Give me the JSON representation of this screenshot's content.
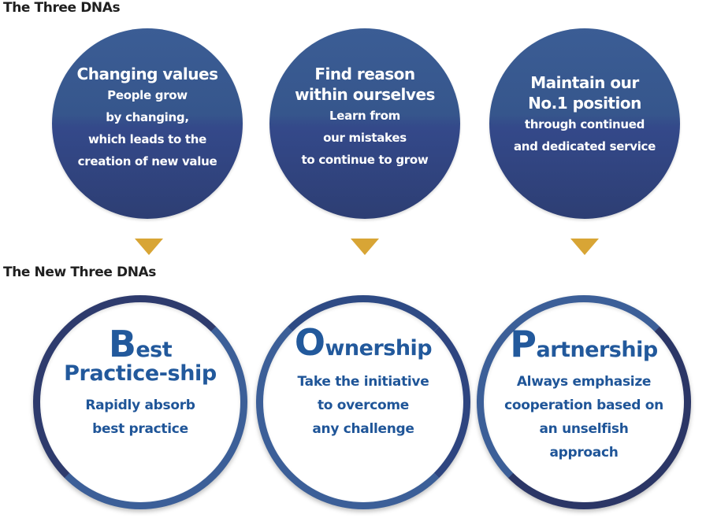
{
  "sections": {
    "three_dnas_title": "The Three DNAs",
    "new_three_dnas_title": "The New Three DNAs"
  },
  "three_dnas": [
    {
      "title_lines": [
        "Changing values"
      ],
      "desc_lines": [
        "People grow",
        "by changing,",
        "which leads to the",
        "creation of new value"
      ]
    },
    {
      "title_lines": [
        "Find reason",
        "within ourselves"
      ],
      "desc_lines": [
        "Learn from",
        "our mistakes",
        "to continue to grow"
      ]
    },
    {
      "title_lines": [
        "Maintain our",
        "No.1 position"
      ],
      "desc_lines": [
        "through continued",
        "and dedicated service"
      ]
    }
  ],
  "new_three_dnas": [
    {
      "cap": "B",
      "rest": "est",
      "line2": "Practice-ship",
      "desc_lines": [
        "Rapidly absorb",
        "best practice"
      ]
    },
    {
      "cap": "O",
      "rest": "wnership",
      "desc_lines": [
        "Take the initiative",
        "to overcome",
        "any challenge"
      ]
    },
    {
      "cap": "P",
      "rest": "artnership",
      "desc_lines": [
        "Always emphasize",
        "cooperation based on",
        "an unselfish",
        "approach"
      ]
    }
  ],
  "icons": {
    "arrow": "down-triangle-arrow-icon"
  },
  "colors": {
    "navy_circle": "#34498a",
    "ring_blue": "#3c5f98",
    "ring_dark": "#2e3b6d",
    "arrow_gold": "#d8a535",
    "text_blue": "#1f5598",
    "heading_dark": "#1f1f1f"
  }
}
